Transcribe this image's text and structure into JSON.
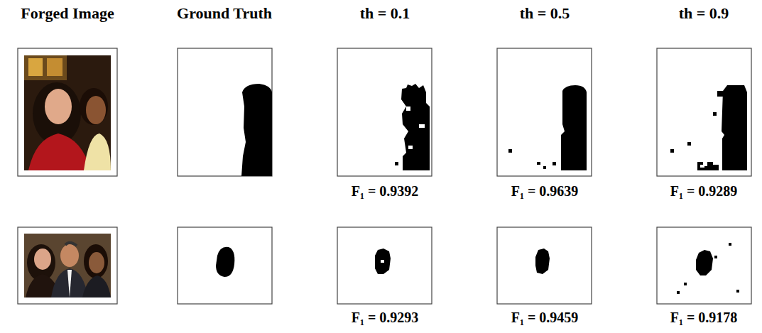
{
  "diagram": {
    "labels": [
      "Forged Image",
      "Ground Truth",
      "th = 0.1",
      "th = 0.5",
      "th = 0.9",
      "F₁ = 0.9392",
      "F₁ = 0.9639",
      "F₁ = 0.9289",
      "F₁ = 0.9293",
      "F₁ = 0.9459",
      "F₁ = 0.9178"
    ]
  }
}
